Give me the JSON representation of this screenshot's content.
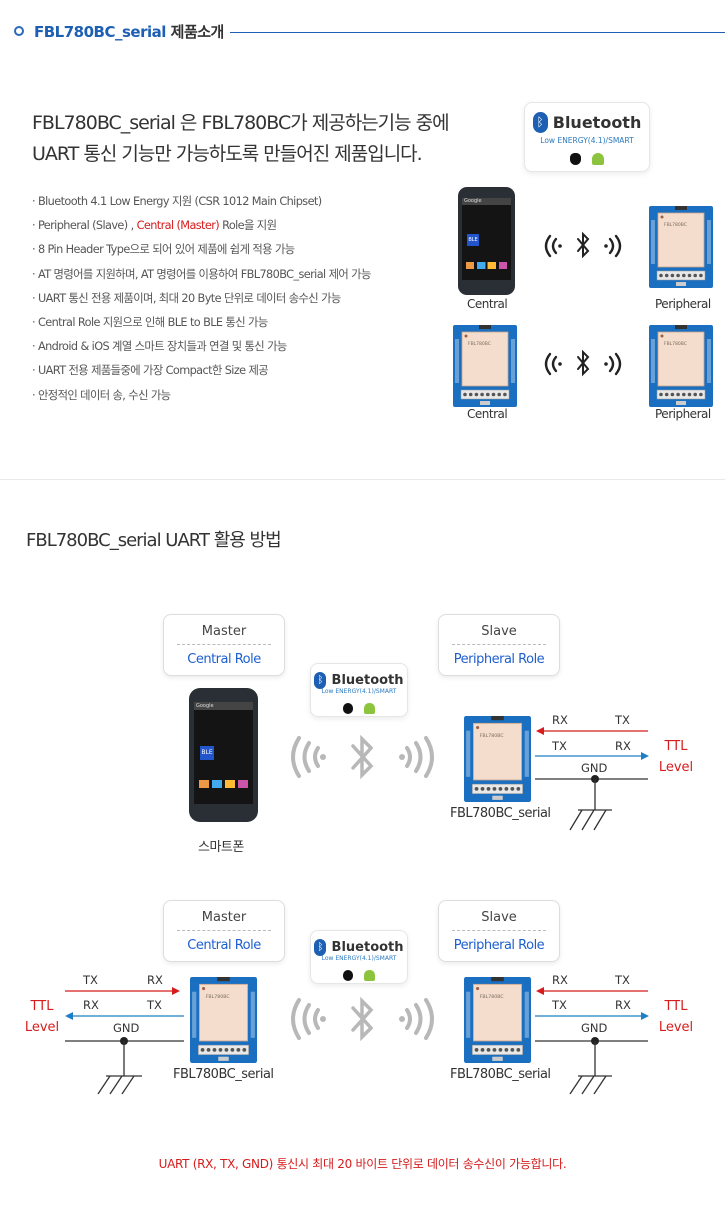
{
  "header": {
    "product": "FBL780BC_serial",
    "title_suffix": "제품소개"
  },
  "intro": {
    "line1": "FBL780BC_serial 은 FBL780BC가 제공하는기능 중에",
    "line2": "UART 통신 기능만 가능하도록 만들어진 제품입니다."
  },
  "features": [
    {
      "text": "· Bluetooth 4.1 Low Energy 지원 (CSR 1012 Main Chipset)"
    },
    {
      "pre": "· Peripheral (Slave) , ",
      "red": "Central (Master)",
      "post": " Role을 지원"
    },
    {
      "text": "· 8 Pin Header Type으로 되어 있어 제품에 쉽게 적용 가능"
    },
    {
      "text": "· AT 명령어를 지원하며, AT 명령어를 이용하여 FBL780BC_serial 제어 가능"
    },
    {
      "text": "· UART 통신 전용 제품이며, 최대 20 Byte 단위로 데이터 송수신 가능"
    },
    {
      "text": "· Central Role 지원으로 인해 BLE to BLE 통신 가능"
    },
    {
      "text": "· Android & iOS 계열 스마트 장치들과 연결 및 통신 가능"
    },
    {
      "text": "· UART 전용 제품들중에 가장 Compact한 Size 제공"
    },
    {
      "text": "· 안정적인 데이터 송, 수신 가능"
    }
  ],
  "bluetooth_badge": {
    "name": "Bluetooth",
    "sub": "Low ENERGY(4.1)/SMART"
  },
  "phone_screen": {
    "search": "Google",
    "app": "BLE"
  },
  "module_label": "FBL780BC",
  "top_diagram": {
    "central": "Central",
    "peripheral": "Peripheral"
  },
  "section2_title": "FBL780BC_serial UART 활용 방법",
  "roles": {
    "master": "Master",
    "central_role": "Central Role",
    "slave": "Slave",
    "peripheral_role": "Peripheral Role"
  },
  "signals": {
    "rx": "RX",
    "tx": "TX",
    "gnd": "GND",
    "ttl1": "TTL",
    "ttl2": "Level"
  },
  "device_labels": {
    "module": "FBL780BC_serial",
    "smartphone": "스마트폰"
  },
  "footer": "UART (RX, TX, GND) 통신시 최대 20 바이트 단위로 데이터 송수신이 가능합니다.",
  "colors": {
    "accent": "#1d5fb3",
    "red": "#d61c1c",
    "blue_arrow": "#1f7fc4",
    "board_blue": "#1a6fc0",
    "module_face": "#f4ddcc"
  }
}
